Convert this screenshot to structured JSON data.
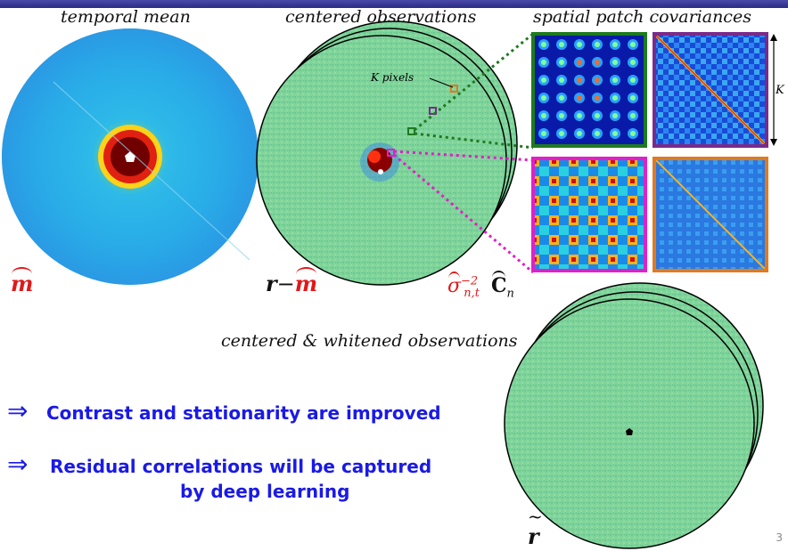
{
  "labels": {
    "temporal_mean": "temporal mean",
    "centered_observations": "centered observations",
    "spatial_patch_covariances": "spatial patch covariances",
    "centered_whitened": "centered & whitened observations",
    "k_pixels": "K pixels",
    "k_axis": "K"
  },
  "math": {
    "m_hat": "m",
    "r": "r",
    "minus": "−",
    "sigma": "σ",
    "sigma_sup": "−2",
    "sigma_sub": "n,t",
    "c": "C",
    "c_sub": "n",
    "r_tilde": "r"
  },
  "bullets": {
    "arrow": "⇒",
    "line1": "Contrast and stationarity are improved",
    "line2a": "Residual correlations will be captured",
    "line2b": "by deep learning"
  },
  "page_number": "3",
  "colors": {
    "accent_blue": "#1a1ae6",
    "math_red": "#e0191b",
    "patch_green": "#1e7a1e",
    "patch_purple": "#7a2a8a",
    "patch_magenta": "#e020c8",
    "patch_orange": "#e07a20"
  }
}
